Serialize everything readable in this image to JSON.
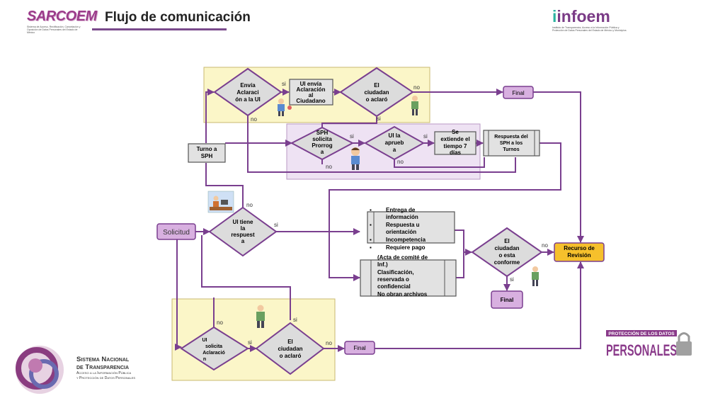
{
  "header": {
    "title": "Flujo de comunicación",
    "sarcoem_logo": "SARCOEM",
    "sarcoem_tagline": "Sistema de Acceso, Rectificación, Cancelación y Oposición de Datos Personales del Estado de México",
    "infoem_logo": "infoem",
    "infoem_tagline": "Instituto de Transparencia, Acceso a la Información Pública y Protección de Datos Personales del Estado de México y Municipios"
  },
  "footer": {
    "snt_line1": "Sistema Nacional",
    "snt_line2": "de Transparencia",
    "snt_line3": "Acceso a la Información Pública",
    "snt_line4": "y Protección de Datos Personales",
    "pdp_line1": "PROTECCIÓN DE LOS DATOS",
    "pdp_line2": "PERSONALES"
  },
  "nodes": {
    "solicitud": "Solicitud",
    "turno_sph": [
      "Turno a",
      "SPH"
    ],
    "d_ui_tiene": [
      "UI tiene",
      "la",
      "respuest",
      "a"
    ],
    "d_envia": [
      "Envía",
      "Aclaraci",
      "ón a la UI"
    ],
    "ui_envia": [
      "UI envía",
      "Aclaración",
      "al",
      "Ciudadano"
    ],
    "d_ciud_aclaro_top": [
      "El",
      "ciudadan",
      "o aclaró"
    ],
    "final_top": "Final",
    "d_sph_prorroga": [
      "SPH",
      "solicita",
      "Prorrog",
      "a"
    ],
    "d_ui_aprueba": [
      "UI la",
      "aprueb",
      "a"
    ],
    "se_extiende": [
      "Se",
      "extiende el",
      "tiempo 7",
      "días"
    ],
    "respuesta_sph": [
      "Respuesta del",
      "SPH a los",
      "Turnos"
    ],
    "list_items": [
      "Entrega de",
      "información",
      "Respuesta u",
      "orientación",
      "Incompetencia",
      "Requiere pago"
    ],
    "clasif": [
      "(Acta de comité de",
      "Inf.)",
      "Clasificación,",
      "reservada o",
      "confidencial",
      " No obran archivos"
    ],
    "d_ciud_conforme": [
      "El",
      "ciudadan",
      "o esta",
      "conforme"
    ],
    "recurso": [
      "Recurso de",
      "Revisión"
    ],
    "final_mid": "Final",
    "d_ui_solicita": [
      "UI",
      "solicita",
      "Aclaració",
      "n"
    ],
    "d_ciud_aclaro_bot": [
      "El",
      "ciudadan",
      "o aclaró"
    ],
    "final_bot": "Final"
  },
  "edges": {
    "si": "si",
    "no": "no"
  },
  "colors": {
    "line": "#7a3f8f",
    "diamond_fill": "#dcdcdc",
    "box_fill": "#e2e2e2",
    "yellow_region": "#fbf6c8",
    "purple_region": "#eee2f3",
    "recurso_fill": "#f6c02c",
    "solicitud_fill": "#d8b0e0"
  }
}
